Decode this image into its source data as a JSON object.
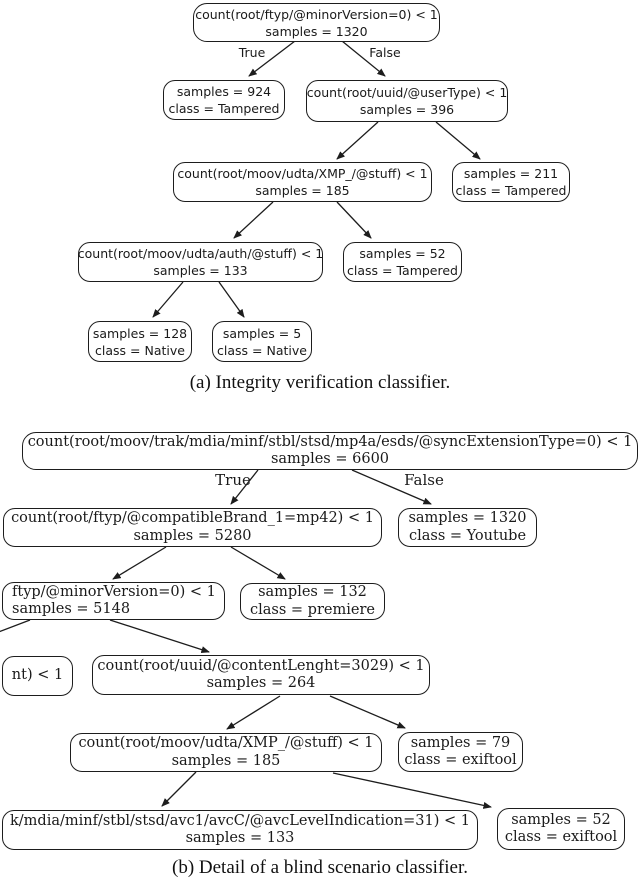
{
  "figure": {
    "caption_a": "(a)  Integrity verification classifier.",
    "caption_b": "(b)  Detail of a blind scenario classifier."
  },
  "tree_a": {
    "title": "Integrity verification classifier",
    "edge_labels": {
      "true": "True",
      "false": "False"
    },
    "nodes": [
      {
        "name": "root",
        "line1": "count(root/ftyp/@minorVersion=0) < 1",
        "line2": "samples = 1320"
      },
      {
        "name": "tampered-924",
        "line1": "samples = 924",
        "line2": "class = Tampered"
      },
      {
        "name": "uuid-usertype",
        "line1": "count(root/uuid/@userType) < 1",
        "line2": "samples = 396"
      },
      {
        "name": "xmp-stuff",
        "line1": "count(root/moov/udta/XMP_/@stuff) < 1",
        "line2": "samples = 185"
      },
      {
        "name": "tampered-211",
        "line1": "samples = 211",
        "line2": "class = Tampered"
      },
      {
        "name": "auth-stuff",
        "line1": "count(root/moov/udta/auth/@stuff) < 1",
        "line2": "samples = 133"
      },
      {
        "name": "tampered-52",
        "line1": "samples = 52",
        "line2": "class = Tampered"
      },
      {
        "name": "native-128",
        "line1": "samples = 128",
        "line2": "class = Native"
      },
      {
        "name": "native-5",
        "line1": "samples = 5",
        "line2": "class = Native"
      }
    ]
  },
  "tree_b": {
    "title": "Detail of a blind scenario classifier",
    "edge_labels": {
      "true": "True",
      "false": "False"
    },
    "nodes": [
      {
        "name": "root",
        "line1": "count(root/moov/trak/mdia/minf/stbl/stsd/mp4a/esds/@syncExtensionType=0) < 1",
        "line2": "samples = 6600"
      },
      {
        "name": "compatiblebrand",
        "line1": "count(root/ftyp/@compatibleBrand_1=mp42) < 1",
        "line2": "samples = 5280"
      },
      {
        "name": "youtube-1320",
        "line1": "samples = 1320",
        "line2": "class = Youtube"
      },
      {
        "name": "minorversion-clipped",
        "line1": "ftyp/@minorVersion=0) < 1",
        "line2": "samples = 5148"
      },
      {
        "name": "premiere-132",
        "line1": "samples = 132",
        "line2": "class = premiere"
      },
      {
        "name": "nt-clipped",
        "line1": "nt) < 1"
      },
      {
        "name": "contentlenght",
        "line1": "count(root/uuid/@contentLenght=3029) < 1",
        "line2": "samples = 264"
      },
      {
        "name": "xmp-stuff",
        "line1": "count(root/moov/udta/XMP_/@stuff) < 1",
        "line2": "samples = 185"
      },
      {
        "name": "exiftool-79",
        "line1": "samples = 79",
        "line2": "class = exiftool"
      },
      {
        "name": "avclevel-clipped",
        "line1": "k/mdia/minf/stbl/stsd/avc1/avcC/@avcLevelIndication=31) < 1",
        "line2": "samples = 133"
      },
      {
        "name": "exiftool-52",
        "line1": "samples = 52",
        "line2": "class = exiftool"
      }
    ]
  },
  "colors": {
    "stroke": "#1d1d1d",
    "background": "#ffffff",
    "text": "#1a1a1a"
  }
}
